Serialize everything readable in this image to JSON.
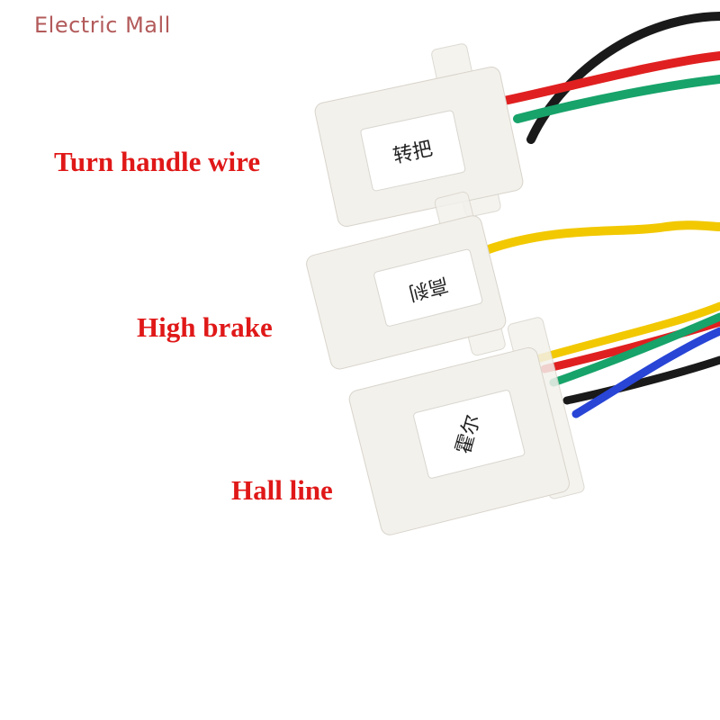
{
  "watermark": {
    "text": "Electric Mall",
    "color": "#b35a5a"
  },
  "callouts": [
    {
      "text": "Turn handle wire",
      "color": "#e01818"
    },
    {
      "text": "High brake",
      "color": "#e01818"
    },
    {
      "text": "Hall line",
      "color": "#e01818"
    }
  ],
  "connectors": [
    {
      "tag": "转把",
      "wires": [
        "red",
        "green",
        "black"
      ]
    },
    {
      "tag": "高刹",
      "wires": [
        "yellow"
      ]
    },
    {
      "tag": "霍尔",
      "wires": [
        "red",
        "yellow",
        "green",
        "blue",
        "black"
      ]
    }
  ],
  "colors": {
    "wire_red": "#e02020",
    "wire_green": "#17a36a",
    "wire_black": "#1a1a1a",
    "wire_yellow": "#f2c800",
    "wire_blue": "#2845d6",
    "connector_body": "#f3f1ec"
  }
}
